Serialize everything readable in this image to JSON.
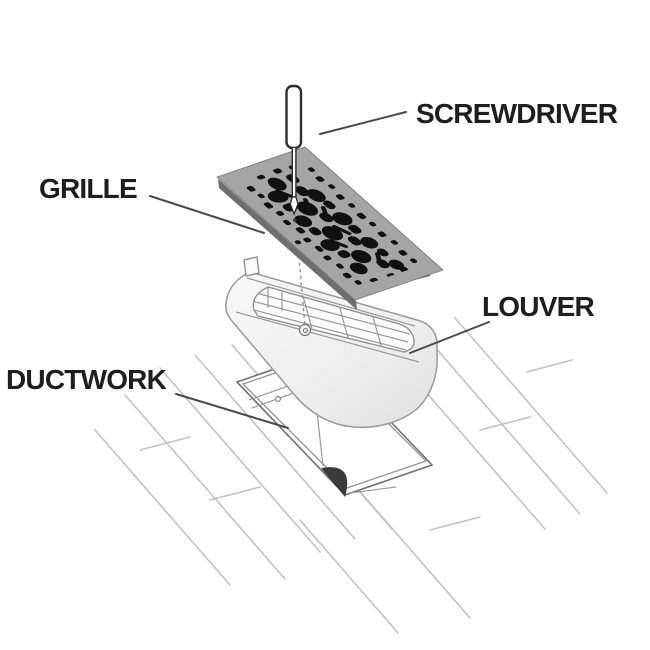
{
  "figure": {
    "title_implied": "Exploded view of floor register installation",
    "background": "#ffffff",
    "labels": {
      "screwdriver": "SCREWDRIVER",
      "grille": "GRILLE",
      "louver": "LOUVER",
      "ductwork": "DUCTWORK"
    },
    "parts": [
      {
        "name": "screwdriver",
        "label": "SCREWDRIVER",
        "label_side": "top-right"
      },
      {
        "name": "grille",
        "label": "GRILLE",
        "label_side": "left"
      },
      {
        "name": "louver",
        "label": "LOUVER",
        "label_side": "right"
      },
      {
        "name": "ductwork",
        "label": "DUCTWORK",
        "label_side": "left"
      }
    ],
    "colors": {
      "label_text": "#1e1e1e",
      "leader_line": "#4a4a4a",
      "grille_face": "#a5a5a5",
      "grille_edge_dark": "#6e6e6e",
      "grille_pattern": "#101010",
      "box_outline": "#8f8f8f",
      "box_fill_light": "#f2f2f2",
      "box_fill_shade": "#e2e2e2",
      "plank_line": "#c3c3c3",
      "duct_boot_dark": "#3a3a3a",
      "screwdriver_outline": "#2e2e2e"
    }
  }
}
